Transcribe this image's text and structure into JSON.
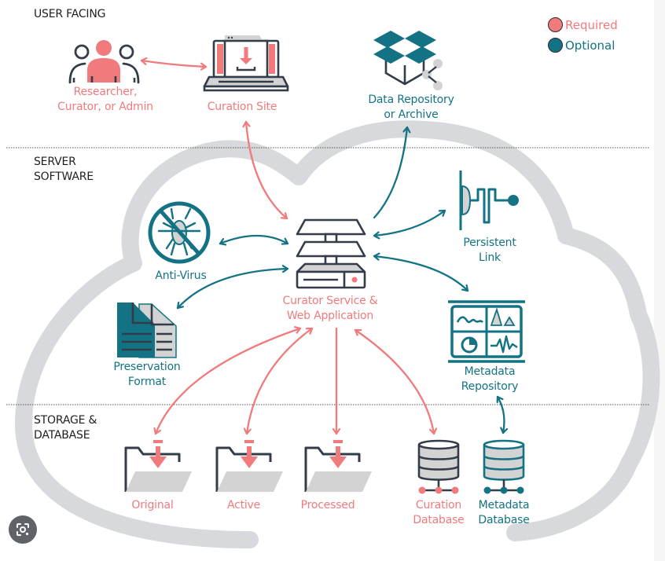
{
  "colors": {
    "required": "#f07a7c",
    "optional": "#137384",
    "outline": "#333d4a",
    "cloud": "#d8d9dc",
    "fill_gray": "#d3d3d3"
  },
  "legend": {
    "items": [
      {
        "label": "Required",
        "color": "#f07a7c"
      },
      {
        "label": "Optional",
        "color": "#137384"
      }
    ]
  },
  "sections": [
    {
      "id": "user-facing",
      "label": "USER FACING"
    },
    {
      "id": "server-software",
      "label": "SERVER\nSOFTWARE"
    },
    {
      "id": "storage-database",
      "label": "STORAGE &\nDATABASE"
    }
  ],
  "nodes": {
    "users": {
      "label": "Researcher,\nCurator, or Admin",
      "type": "required",
      "icon": "people-group-icon"
    },
    "curation_site": {
      "label": "Curation Site",
      "type": "required",
      "icon": "laptop-download-icon"
    },
    "data_repository": {
      "label": "Data Repository\nor Archive",
      "type": "optional",
      "icon": "open-box-share-icon"
    },
    "curator_service": {
      "label": "Curator Service &\nWeb Application",
      "type": "required",
      "icon": "server-stack-icon"
    },
    "anti_virus": {
      "label": "Anti-Virus",
      "type": "optional",
      "icon": "no-bug-icon"
    },
    "persistent_link": {
      "label": "Persistent\nLink",
      "type": "optional",
      "icon": "persistent-link-icon"
    },
    "preservation_format": {
      "label": "Preservation\nFormat",
      "type": "optional",
      "icon": "documents-icon"
    },
    "metadata_repository": {
      "label": "Metadata\nRepository",
      "type": "optional",
      "icon": "dashboard-charts-icon"
    },
    "original": {
      "label": "Original",
      "type": "required",
      "icon": "folder-download-icon"
    },
    "active": {
      "label": "Active",
      "type": "required",
      "icon": "folder-download-icon"
    },
    "processed": {
      "label": "Processed",
      "type": "required",
      "icon": "folder-download-icon"
    },
    "curation_database": {
      "label": "Curation\nDatabase",
      "type": "required",
      "icon": "database-icon"
    },
    "metadata_database": {
      "label": "Metadata\nDatabase",
      "type": "optional",
      "icon": "database-icon"
    }
  },
  "edges": [
    {
      "from": "users",
      "to": "curation_site",
      "type": "required",
      "direction": "both"
    },
    {
      "from": "curation_site",
      "to": "curator_service",
      "type": "required",
      "direction": "both"
    },
    {
      "from": "curator_service",
      "to": "data_repository",
      "type": "optional",
      "direction": "to"
    },
    {
      "from": "curator_service",
      "to": "anti_virus",
      "type": "optional",
      "direction": "both"
    },
    {
      "from": "curator_service",
      "to": "persistent_link",
      "type": "optional",
      "direction": "both"
    },
    {
      "from": "curator_service",
      "to": "preservation_format",
      "type": "optional",
      "direction": "both"
    },
    {
      "from": "curator_service",
      "to": "metadata_repository",
      "type": "optional",
      "direction": "both"
    },
    {
      "from": "curator_service",
      "to": "original",
      "type": "required",
      "direction": "both"
    },
    {
      "from": "curator_service",
      "to": "active",
      "type": "required",
      "direction": "both"
    },
    {
      "from": "curator_service",
      "to": "processed",
      "type": "required",
      "direction": "to"
    },
    {
      "from": "curator_service",
      "to": "curation_database",
      "type": "required",
      "direction": "both"
    },
    {
      "from": "metadata_repository",
      "to": "metadata_database",
      "type": "optional",
      "direction": "both"
    }
  ],
  "overlay": {
    "lens_button": "visual-search-icon"
  }
}
